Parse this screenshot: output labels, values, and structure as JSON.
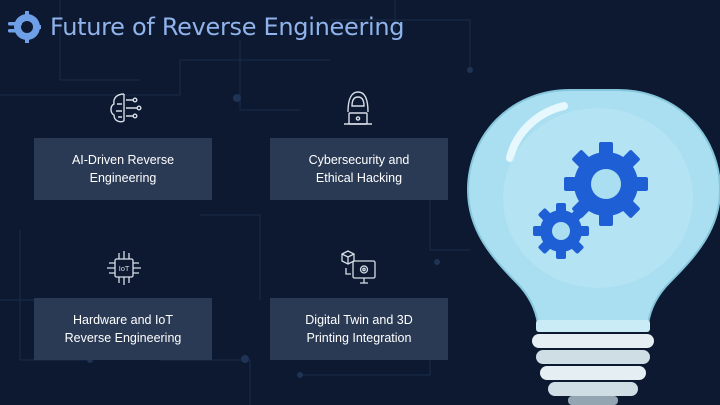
{
  "slide": {
    "title": "Future of Reverse Engineering"
  },
  "features": [
    {
      "icon": "ai-brain-icon",
      "line1": "AI-Driven Reverse",
      "line2": "Engineering"
    },
    {
      "icon": "hacker-laptop-icon",
      "line1": "Cybersecurity and",
      "line2": "Ethical Hacking"
    },
    {
      "icon": "iot-chip-icon",
      "line1": "Hardware and IoT",
      "line2": "Reverse Engineering"
    },
    {
      "icon": "digital-twin-monitor-icon",
      "line1": "Digital Twin and 3D",
      "line2": "Printing Integration"
    }
  ],
  "illustration": {
    "icon": "lightbulb-gears-icon"
  },
  "colors": {
    "background": "#0c1930",
    "title": "#8fb3ea",
    "card": "#2a3a55",
    "gear": "#1f5fd6",
    "bulb": "#a9dff0"
  }
}
